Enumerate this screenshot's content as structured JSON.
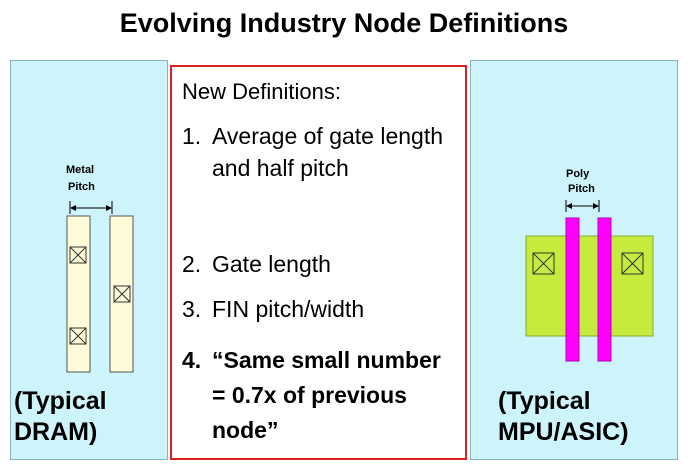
{
  "title": "Evolving Industry Node Definitions",
  "left_panel": {
    "pitch_label_line1": "Metal",
    "pitch_label_line2": "Pitch",
    "caption_line1": "(Typical",
    "caption_line2": "DRAM)"
  },
  "right_panel": {
    "pitch_label_line1": "Poly",
    "pitch_label_line2": "Pitch",
    "caption_line1": "(Typical",
    "caption_line2": "MPU/ASIC)"
  },
  "definitions": {
    "heading": "New Definitions:",
    "items": [
      {
        "num": "1.",
        "text": "Average of gate length and half pitch"
      },
      {
        "num": "2.",
        "text": "Gate length"
      },
      {
        "num": "3.",
        "text": "FIN pitch/width"
      },
      {
        "num": "4.",
        "text": "“Same small number = 0.7x of previous node”"
      }
    ]
  },
  "colors": {
    "panel": "#cdf3fb",
    "dram_line": "#fdfbd8",
    "active": "#c6eb3f",
    "poly": "#ff00ff",
    "box_border": "#e02020"
  }
}
